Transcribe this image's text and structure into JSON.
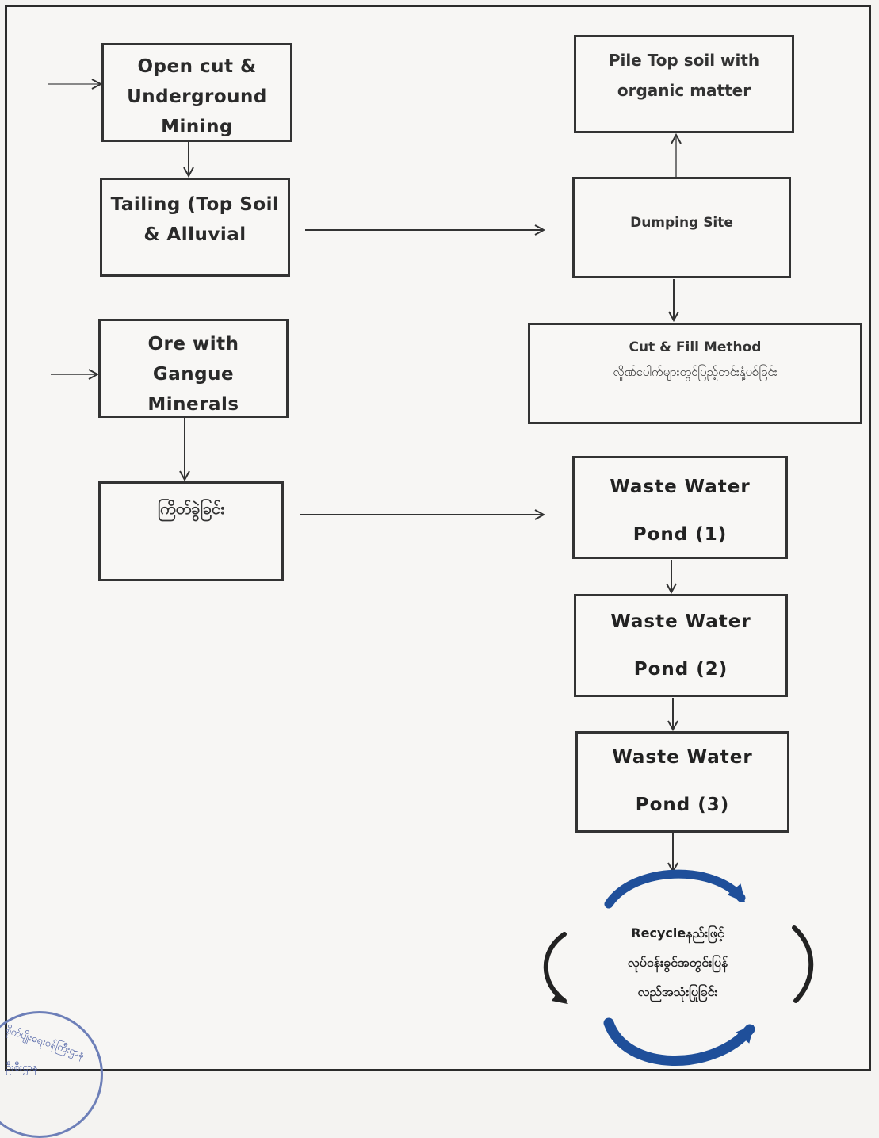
{
  "boxes": {
    "open_cut": [
      "Open cut &",
      "Underground",
      "Mining"
    ],
    "tailing": [
      "Tailing (Top Soil",
      "& Alluvial"
    ],
    "ore": [
      "Ore with",
      "Gangue",
      "Minerals"
    ],
    "crushing": "ကြိတ်ခွဲခြင်း",
    "pile_top_soil": [
      "Pile Top soil with",
      "organic matter"
    ],
    "dumping_site": "Dumping Site",
    "cut_fill": [
      "Cut & Fill Method",
      "လှိုဏ်ပေါက်များတွင်ပြည့်တင်းနှံ့ပစ်ခြင်း"
    ],
    "pond1": [
      "Waste Water",
      "Pond (1)"
    ],
    "pond2": [
      "Waste Water",
      "Pond (2)"
    ],
    "pond3": [
      "Waste Water",
      "Pond (3)"
    ]
  },
  "recycle": [
    "Recycleနည်းဖြင့်",
    "လုပ်ငန်းခွင်အတွင်းပြန်",
    "လည်အသုံးပြုခြင်း"
  ],
  "seal": {
    "text_top": "စိုက်ပျိုးရေးဝန်ကြီးဌာန",
    "text_bottom": "ဦးစီးဌာန"
  },
  "colors": {
    "line": "#333333",
    "recycle_arrow": "#1f4f9a"
  }
}
